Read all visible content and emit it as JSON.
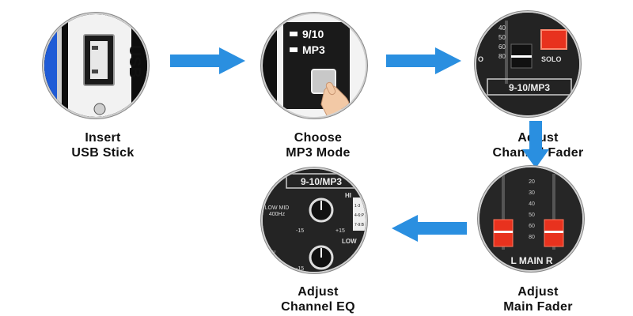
{
  "steps": [
    {
      "line1": "Insert",
      "line2": "USB Stick",
      "art_text": "USB"
    },
    {
      "line1": "Choose",
      "line2": "MP3 Mode",
      "art_text": [
        "9/10",
        "MP3"
      ]
    },
    {
      "line1": "Adjust",
      "line2": "Channel Fader",
      "art_text": [
        "9-10/MP3",
        "SOLO",
        "OL",
        "40",
        "50",
        "60",
        "80",
        "O"
      ]
    },
    {
      "line1": "Adjust",
      "line2": "Main Fader",
      "art_text": [
        "L MAIN R",
        "20",
        "30",
        "40",
        "50",
        "60",
        "80"
      ]
    },
    {
      "line1": "Adjust",
      "line2": "Channel EQ",
      "art_text": [
        "9-10/MP3",
        "HI",
        "LOW",
        "LOW MID 400Hz",
        "-15",
        "+15",
        "-15",
        "+15",
        "1-3",
        "4-6:P",
        "7-9:B",
        "OW",
        "z"
      ]
    }
  ],
  "colors": {
    "arrow": "#2a8fe0",
    "solo": "#e8321e",
    "usb_blue": "#1f5bd6"
  }
}
